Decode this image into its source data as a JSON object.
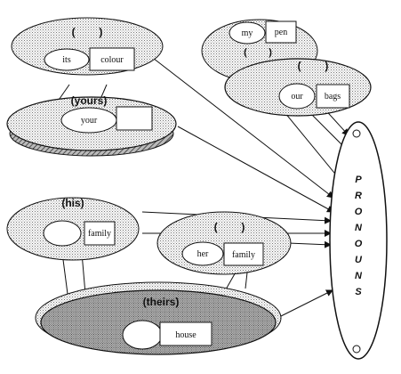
{
  "groups": {
    "top_left": {
      "tag": "(        )",
      "word": "its",
      "noun": "colour"
    },
    "yours": {
      "tag": "(yours)",
      "word": "your",
      "noun": ""
    },
    "top_right": {
      "word": "my",
      "noun": "pen",
      "tag": "(        )"
    },
    "our_group": {
      "tag": "(        )",
      "word": "our",
      "noun": "bags"
    },
    "his": {
      "tag": "(his)",
      "word": "",
      "noun": "family"
    },
    "her_group": {
      "tag": "(        )",
      "word": "her",
      "noun": "family"
    },
    "theirs": {
      "tag": "(theirs)",
      "word": "",
      "noun": "house"
    }
  },
  "pronouns": {
    "letters": [
      "P",
      "R",
      "O",
      "N",
      "O",
      "U",
      "N",
      "S"
    ]
  },
  "colors": {
    "ink": "#111111",
    "paper": "#ffffff"
  }
}
